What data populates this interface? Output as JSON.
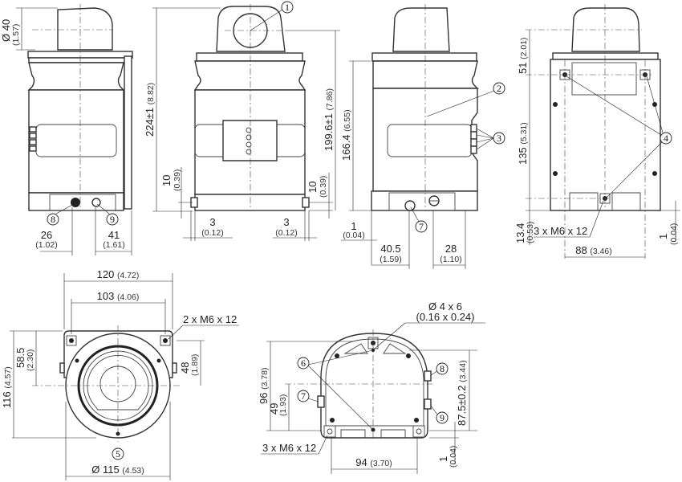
{
  "views": {
    "side_left": {
      "dia40": {
        "main": "Ø 40",
        "sub": "(1.57)"
      },
      "d26": {
        "main": "26",
        "sub": "(1.02)"
      },
      "d41": {
        "main": "41",
        "sub": "(1.61)"
      },
      "callouts": [
        "8",
        "9"
      ]
    },
    "front": {
      "h224": {
        "main": "224±1",
        "sub": "(8.82)"
      },
      "h10_left": {
        "main": "10",
        "sub": "(0.39)"
      },
      "w3_left": {
        "main": "3",
        "sub": "(0.12)"
      },
      "w3_right": {
        "main": "3",
        "sub": "(0.12)"
      },
      "h10_right": {
        "main": "10",
        "sub": "(0.39)"
      },
      "h199": {
        "main": "199.6±1",
        "sub": "(7.86)"
      },
      "callouts": [
        "1"
      ]
    },
    "side_right": {
      "h166": {
        "main": "166.4",
        "sub": "(6.55)"
      },
      "d1": {
        "main": "1",
        "sub": "(0.04)"
      },
      "d40_5": {
        "main": "40.5",
        "sub": "(1.59)"
      },
      "d28": {
        "main": "28",
        "sub": "(1.10)"
      },
      "callouts": [
        "2",
        "3",
        "7"
      ]
    },
    "rear": {
      "h51": {
        "main": "51",
        "sub": "(2.01)"
      },
      "h135": {
        "main": "135",
        "sub": "(5.31)"
      },
      "h13_4": {
        "main": "13.4",
        "sub": "(0.53)"
      },
      "thread": "3 x M6 x 12",
      "h1": {
        "main": "1",
        "sub": "(0.04)"
      },
      "w88": {
        "main": "88",
        "sub": "(3.46)"
      },
      "callouts": [
        "4"
      ]
    },
    "top": {
      "w120": {
        "main": "120",
        "sub": "(4.72)"
      },
      "w103": {
        "main": "103",
        "sub": "(4.06)"
      },
      "thread": "2 x M6 x 12",
      "h58_5": {
        "main": "58.5",
        "sub": "(2.30)"
      },
      "h116": {
        "main": "116",
        "sub": "(4.57)"
      },
      "h48": {
        "main": "48",
        "sub": "(1.89)"
      },
      "dia115": {
        "main": "Ø 115",
        "sub": "(4.53)"
      },
      "callouts": [
        "5"
      ]
    },
    "bottom": {
      "pin": {
        "main": "Ø 4 x 6",
        "sub": "(0.16 x 0.24)"
      },
      "h96": {
        "main": "96",
        "sub": "(3.78)"
      },
      "h49": {
        "main": "49",
        "sub": "(1.93)"
      },
      "h87_5": {
        "main": "87.5±0.2",
        "sub": "(3.44)"
      },
      "thread": "3 x M6 x 12",
      "w94": {
        "main": "94",
        "sub": "(3.70)"
      },
      "h1": {
        "main": "1",
        "sub": "(0.04)"
      },
      "callouts": [
        "6",
        "7",
        "8",
        "9"
      ]
    }
  }
}
